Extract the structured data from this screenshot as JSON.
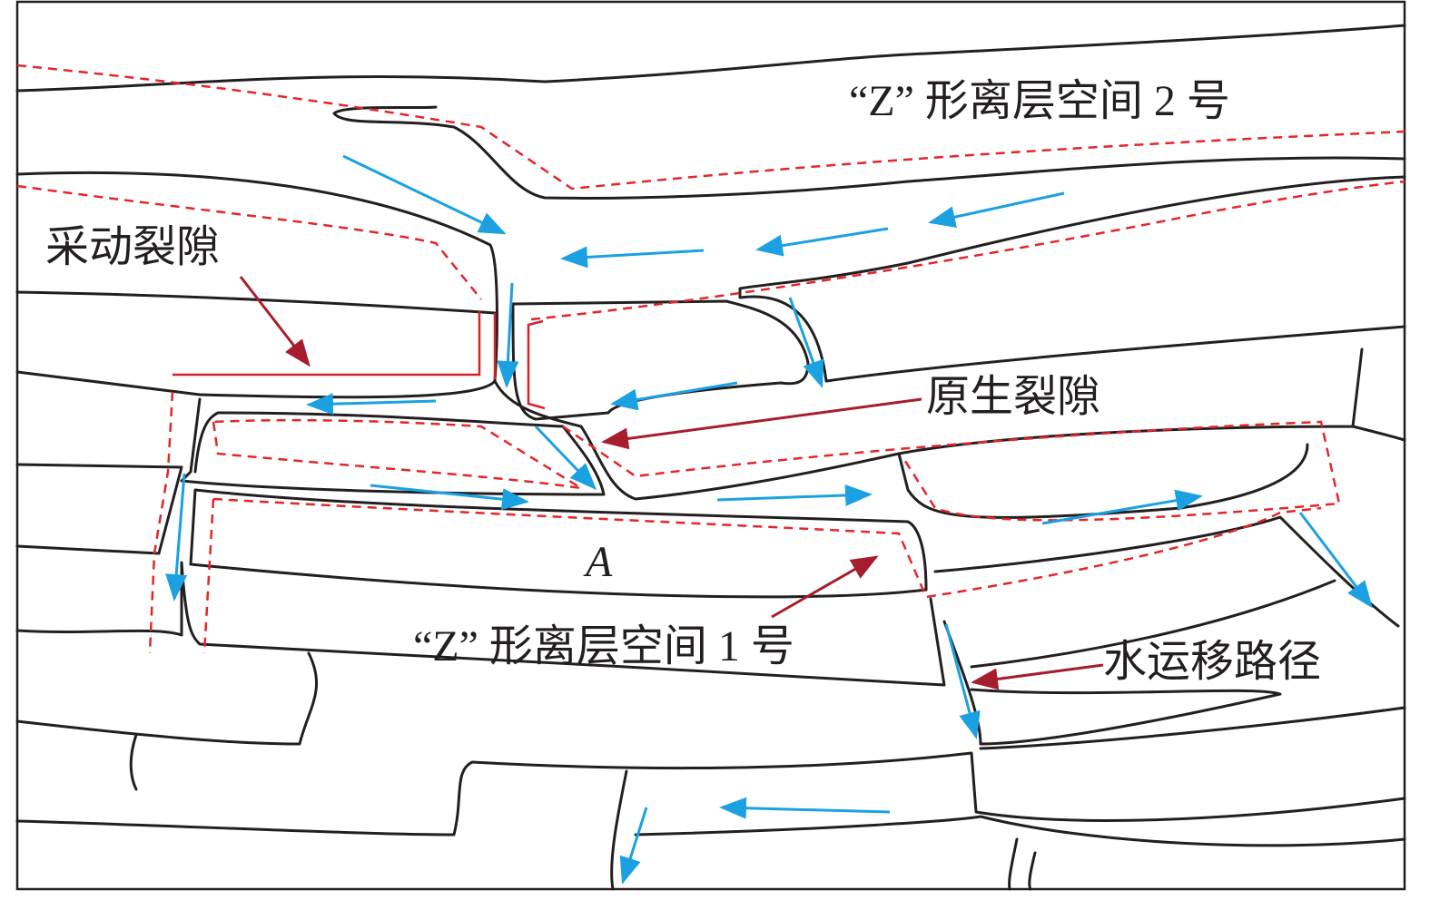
{
  "title": "Z-shaped separation space water migration diagram",
  "labels": {
    "space2": "“Z” 形离层空间 2 号",
    "space1": "“Z” 形离层空间 1 号",
    "mining_fracture": "采动裂隙",
    "primary_fracture": "原生裂隙",
    "water_path": "水运移路径",
    "block_a": "A"
  },
  "colors": {
    "strata": "#231f20",
    "separation_zone": "#e3262b",
    "water_flow": "#1ba1e2",
    "pointer": "#a61e2d"
  }
}
